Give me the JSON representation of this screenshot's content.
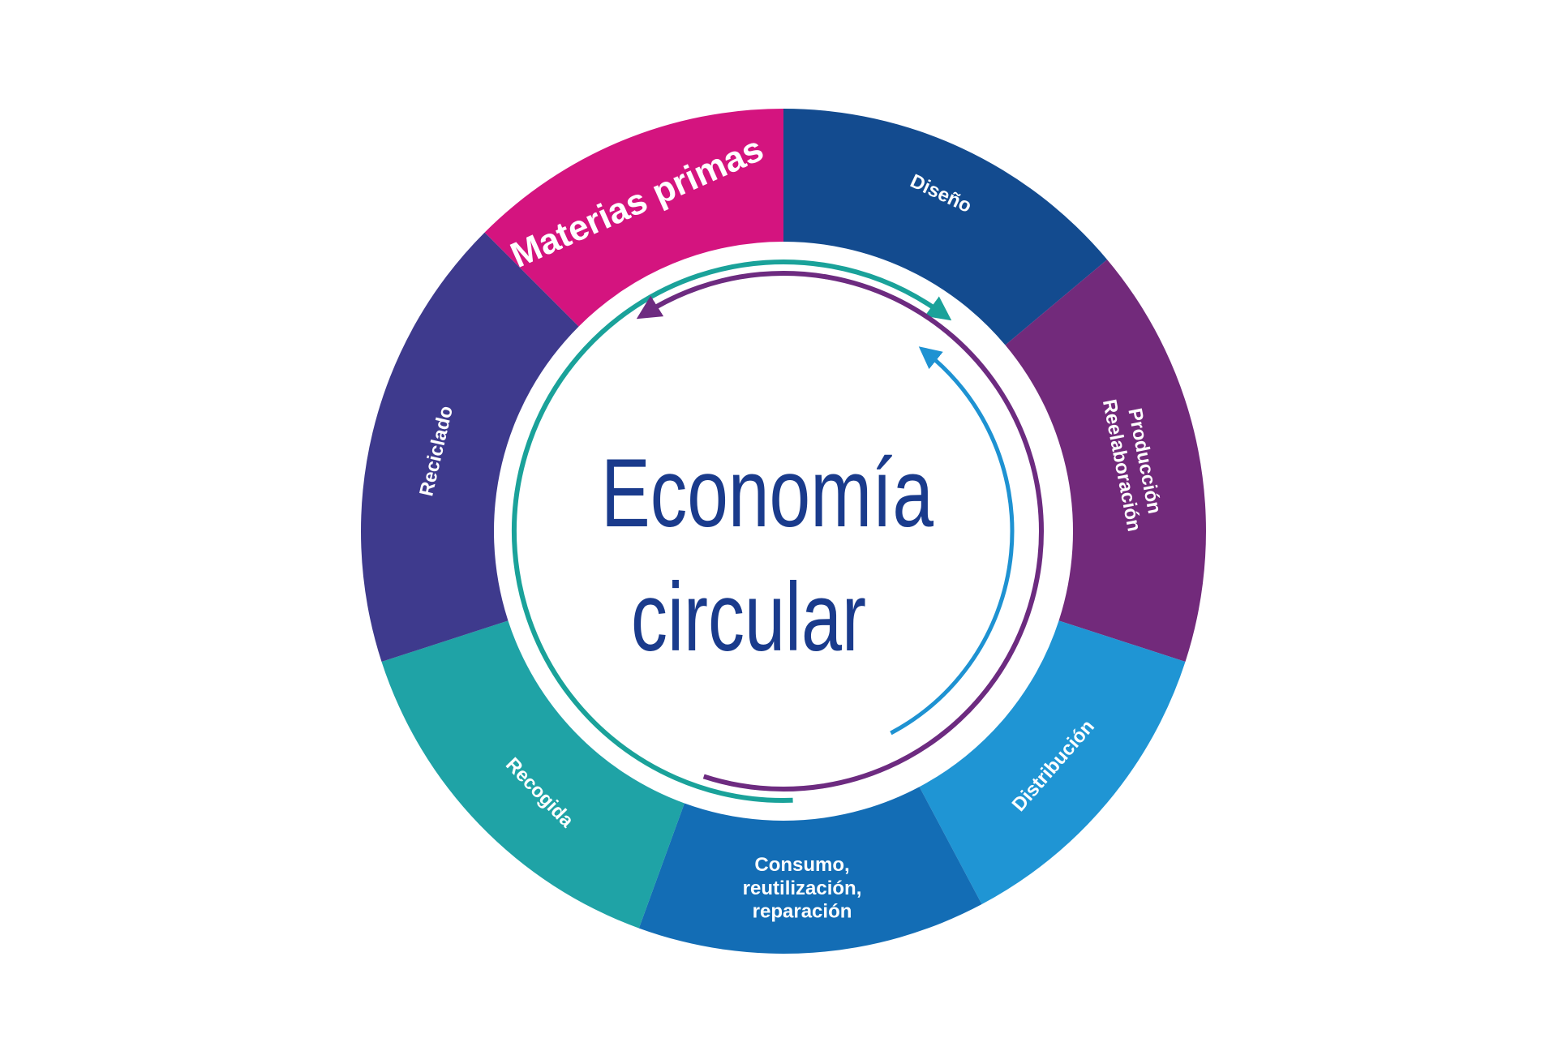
{
  "title": {
    "line1": "Economía",
    "line2": "circular"
  },
  "segments": [
    {
      "id": "materias-primas",
      "lines": [
        "Materias primas"
      ],
      "color": "#d4147f"
    },
    {
      "id": "diseno",
      "lines": [
        "Diseño"
      ],
      "color": "#134b8f"
    },
    {
      "id": "produccion",
      "lines": [
        "Producción",
        "Reelaboración"
      ],
      "color": "#722a7b"
    },
    {
      "id": "distribucion",
      "lines": [
        "Distribución"
      ],
      "color": "#1f95d4"
    },
    {
      "id": "consumo",
      "lines": [
        "Consumo,",
        "reutilización,",
        "reparación"
      ],
      "color": "#136db5"
    },
    {
      "id": "recogida",
      "lines": [
        "Recogida"
      ],
      "color": "#1fa3a6"
    },
    {
      "id": "reciclado",
      "lines": [
        "Reciclado"
      ],
      "color": "#3e3a8d"
    }
  ],
  "arrows": {
    "teal": "#1aa29a",
    "purple": "#6d2b80",
    "blue": "#1e92d2"
  }
}
